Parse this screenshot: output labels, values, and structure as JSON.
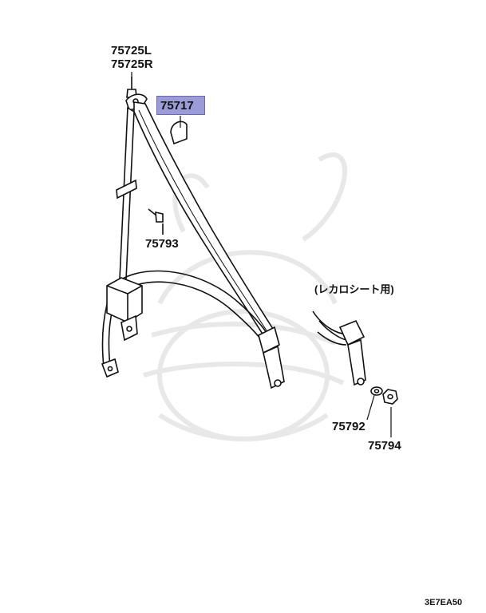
{
  "labels": {
    "part_75725L": "75725L",
    "part_75725R": "75725R",
    "part_75717": "75717",
    "part_75793": "75793",
    "note_recaro": "(レカロシート用)",
    "part_75792": "75792",
    "part_75794": "75794",
    "diagram_code": "3E7EA50"
  },
  "colors": {
    "highlight": "#9b9bd8",
    "line": "#111111",
    "watermark": "#e6e6e6"
  }
}
